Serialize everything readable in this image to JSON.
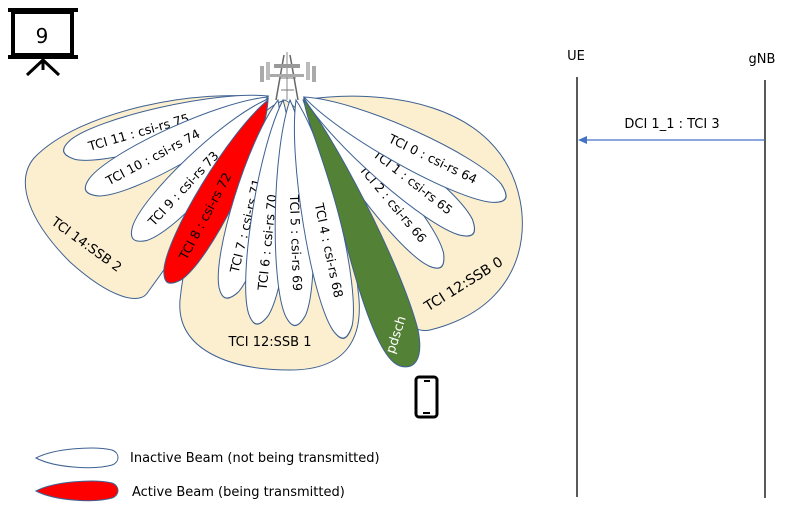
{
  "slide_number": "9",
  "colors": {
    "ssb_fill": "#fcefd0",
    "beam_stroke": "#3d6192",
    "active_beam": "#ff0000",
    "pdsch_beam": "#538135",
    "arrow": "#4472c4"
  },
  "ssb_labels": {
    "ssb2": "TCI 14:SSB 2",
    "ssb1": "TCI 12:SSB 1",
    "ssb0": "TCI 12:SSB 0"
  },
  "beams": [
    {
      "label": "TCI 11 : csi-rs 75",
      "state": "inactive"
    },
    {
      "label": "TCI 10 : csi-rs 74",
      "state": "inactive"
    },
    {
      "label": "TCI 9 : csi-rs 73",
      "state": "inactive"
    },
    {
      "label": "TCI 8 : csi-rs 72",
      "state": "active"
    },
    {
      "label": "TCI 7 : csi-rs 71",
      "state": "inactive"
    },
    {
      "label": "TCI 6 : csi-rs 70",
      "state": "inactive"
    },
    {
      "label": "TCI 5 : csi-rs 69",
      "state": "inactive"
    },
    {
      "label": "TCI 4 : csi-rs 68",
      "state": "inactive"
    },
    {
      "label": "TCI 2 : csi-rs 66",
      "state": "inactive"
    },
    {
      "label": "TCI 1 : csi-rs 65",
      "state": "inactive"
    },
    {
      "label": "TCI 0 : csi-rs 64",
      "state": "inactive"
    }
  ],
  "pdsch_label": "pdsch",
  "tower_icon": "cell-tower-icon",
  "phone_icon": "mobile-phone-icon",
  "legend": {
    "inactive": "Inactive Beam (not being  transmitted)",
    "active": "Active Beam (being  transmitted)"
  },
  "sequence": {
    "ue": "UE",
    "gnb": "gNB",
    "message": "DCI 1_1 : TCI 3"
  }
}
